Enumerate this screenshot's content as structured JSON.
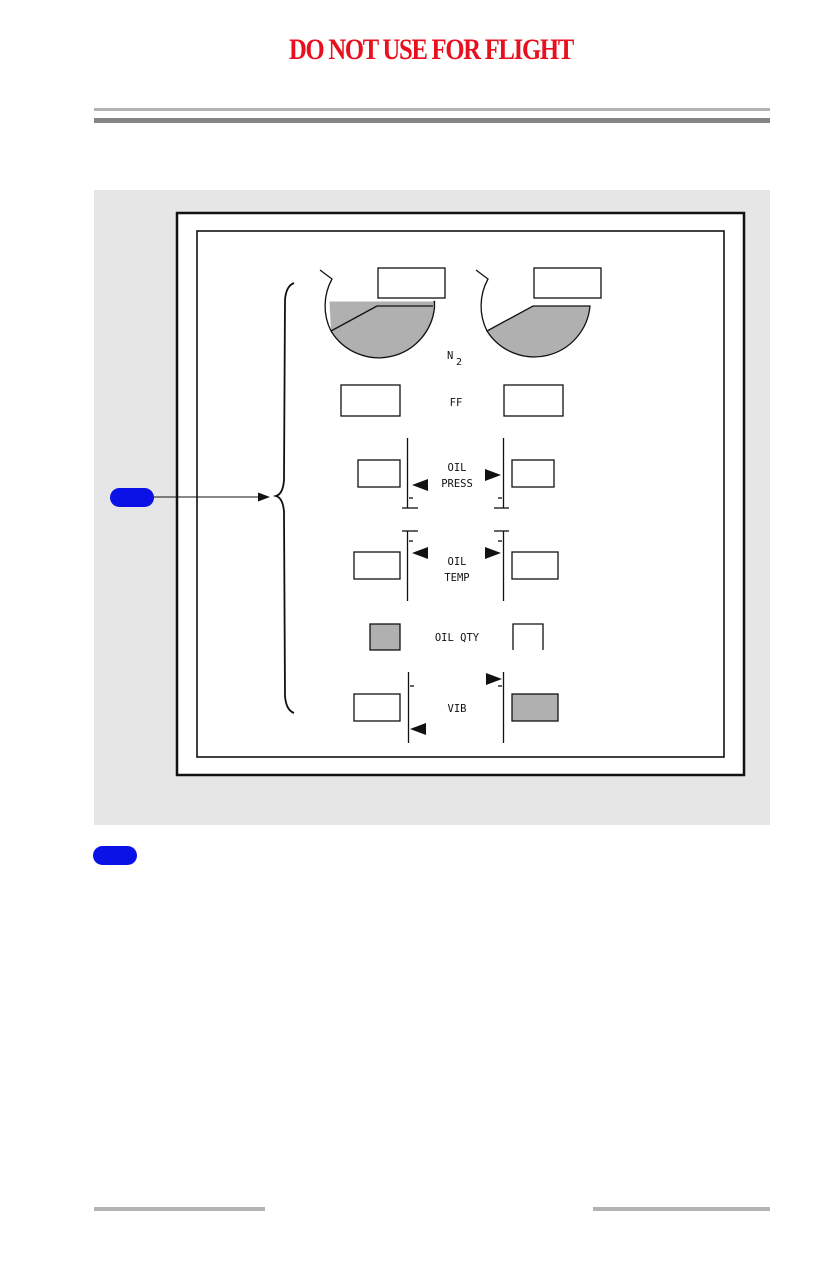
{
  "header": {
    "warning_text": "DO NOT USE FOR FLIGHT",
    "warning_color": "#e8101e"
  },
  "figure": {
    "background_color": "#e6e6e6",
    "callout_color": "#0a12e6",
    "labels": {
      "n2_main": "N",
      "n2_sub": "2",
      "ff": "FF",
      "oil_press_line1": "OIL",
      "oil_press_line2": "PRESS",
      "oil_temp_line1": "OIL",
      "oil_temp_line2": "TEMP",
      "oil_qty": "OIL QTY",
      "vib": "VIB"
    }
  }
}
